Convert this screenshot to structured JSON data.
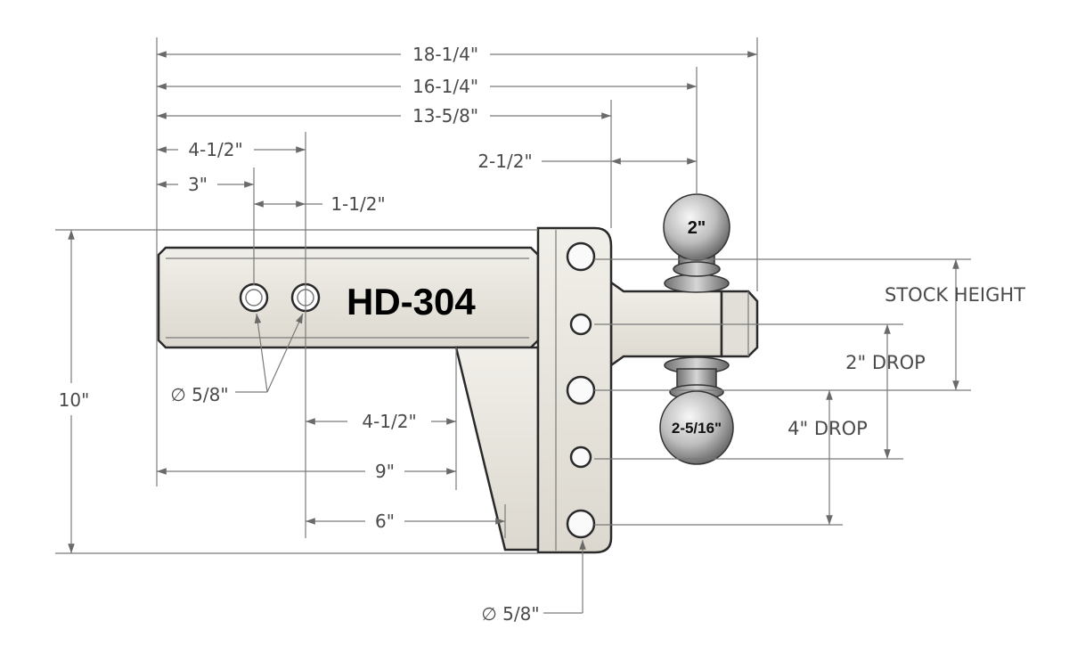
{
  "model_label": "HD-304",
  "ball_labels": {
    "top": "2\"",
    "bottom": "2-5/16\""
  },
  "dimensions": {
    "overall_length": "18-1/4\"",
    "to_top_ball": "16-1/4\"",
    "to_plate": "13-5/8\"",
    "plate_to_ball": "2-1/2\"",
    "first_hole": "4-1/2\"",
    "second_hole": "3\"",
    "hole_spacing": "1-1/2\"",
    "height": "10\"",
    "shank_hole_dia": "∅ 5/8\"",
    "gusset_offset": "4-1/2\"",
    "shank_length": "9\"",
    "shank_to_gusset": "6\"",
    "plate_hole_dia": "∅ 5/8\"",
    "stock_height": "STOCK HEIGHT",
    "drop_2": "2\" DROP",
    "drop_4": "4\" DROP"
  },
  "colors": {
    "metal": "#e9e6df",
    "outline": "#2a2a2a",
    "dim_line": "#7a7a7a",
    "text": "#4a4a4a"
  }
}
